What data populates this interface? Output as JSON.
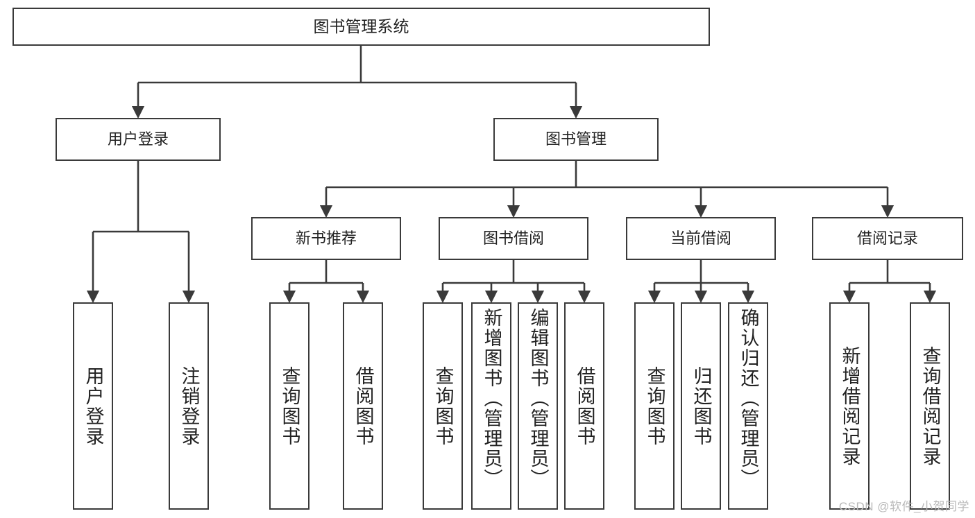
{
  "diagram": {
    "title": "图书管理系统",
    "watermark": "CSDN @软件_小贺同学",
    "theme": {
      "background": "#ffffff",
      "box_border": "#3a3a3a",
      "box_fill": "#ffffff",
      "connector": "#3a3a3a",
      "text": "#222222",
      "watermark_text": "#b9b9b9"
    },
    "nodes": {
      "root": {
        "label": "图书管理系统"
      },
      "level2": [
        {
          "label": "用户登录"
        },
        {
          "label": "图书管理"
        }
      ],
      "level3": [
        {
          "label": "新书推荐"
        },
        {
          "label": "图书借阅"
        },
        {
          "label": "当前借阅"
        },
        {
          "label": "借阅记录"
        }
      ],
      "leaves": {
        "user_login": [
          {
            "label": "用户登录"
          },
          {
            "label": "注销登录"
          }
        ],
        "new_book_recommend": [
          {
            "label": "查询图书"
          },
          {
            "label": "借阅图书"
          }
        ],
        "book_borrow": [
          {
            "label": "查询图书"
          },
          {
            "label": "新增图书（管理员）"
          },
          {
            "label": "编辑图书（管理员）"
          },
          {
            "label": "借阅图书"
          }
        ],
        "current_borrow": [
          {
            "label": "查询图书"
          },
          {
            "label": "归还图书"
          },
          {
            "label": "确认归还（管理员）"
          }
        ],
        "borrow_record": [
          {
            "label": "新增借阅记录"
          },
          {
            "label": "查询借阅记录"
          }
        ]
      }
    }
  }
}
